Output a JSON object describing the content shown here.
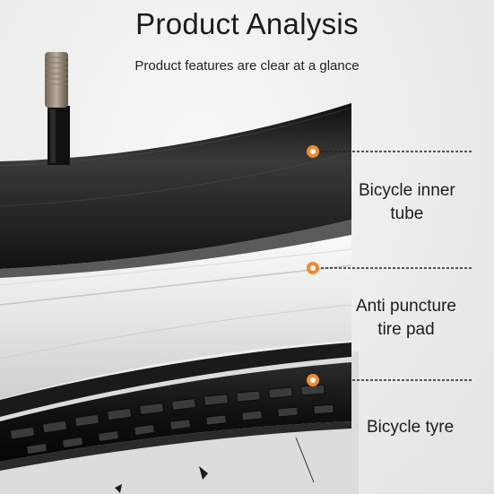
{
  "header": {
    "title": "Product Analysis",
    "subtitle": "Product features are clear at a glance"
  },
  "callouts": [
    {
      "lines": [
        "Bicycle inner",
        "tube"
      ],
      "marker_color": "#f08a2c"
    },
    {
      "lines": [
        "Anti puncture",
        "tire pad"
      ],
      "marker_color": "#f08a2c"
    },
    {
      "lines": [
        "Bicycle tyre"
      ],
      "marker_color": "#f08a2c"
    }
  ],
  "colors": {
    "accent": "#f08a2c",
    "text": "#1c1c1c"
  }
}
